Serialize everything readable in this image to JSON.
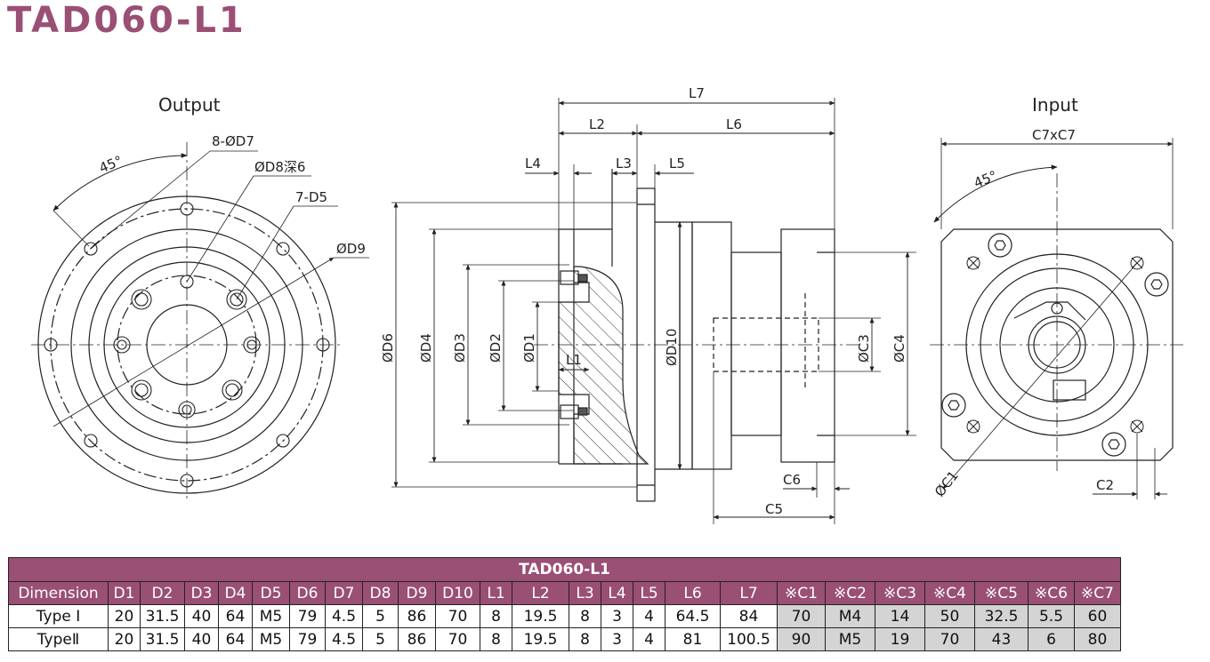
{
  "title": "TAD060-L1",
  "views": {
    "output": {
      "label": "Output",
      "callouts": [
        "8-ØD7",
        "ØD8深6",
        "7-D5",
        "ØD9"
      ],
      "angle": "45°"
    },
    "side": {
      "dims_top": [
        "L7",
        "L2",
        "L6",
        "L4",
        "L3",
        "L5"
      ],
      "dims_left": [
        "ØD6",
        "ØD4",
        "ØD3",
        "ØD2",
        "ØD1"
      ],
      "dim_inner": "L1",
      "dim_mid": "ØD10",
      "dims_right": [
        "ØC3",
        "ØC4"
      ],
      "dims_bottom": [
        "C6",
        "C5"
      ]
    },
    "input": {
      "label": "Input",
      "top_dim": "C7xC7",
      "angle": "45°",
      "diag_dim": "ØC1",
      "bottom_dim": "C2"
    }
  },
  "table": {
    "title": "TAD060-L1",
    "headers": [
      "Dimension",
      "D1",
      "D2",
      "D3",
      "D4",
      "D5",
      "D6",
      "D7",
      "D8",
      "D9",
      "D10",
      "L1",
      "L2",
      "L3",
      "L4",
      "L5",
      "L6",
      "L7",
      "※C1",
      "※C2",
      "※C3",
      "※C4",
      "※C5",
      "※C6",
      "※C7"
    ],
    "rows": [
      [
        "Type I",
        "20",
        "31.5",
        "40",
        "64",
        "M5",
        "79",
        "4.5",
        "5",
        "86",
        "70",
        "8",
        "19.5",
        "8",
        "3",
        "4",
        "64.5",
        "84",
        "70",
        "M4",
        "14",
        "50",
        "32.5",
        "5.5",
        "60"
      ],
      [
        "TypeⅡ",
        "20",
        "31.5",
        "40",
        "64",
        "M5",
        "79",
        "4.5",
        "5",
        "86",
        "70",
        "8",
        "19.5",
        "8",
        "3",
        "4",
        "81",
        "100.5",
        "90",
        "M5",
        "19",
        "70",
        "43",
        "6",
        "80"
      ]
    ]
  },
  "colors": {
    "accent": "#9a4f74",
    "shaded_cell": "#d4d4d4"
  }
}
